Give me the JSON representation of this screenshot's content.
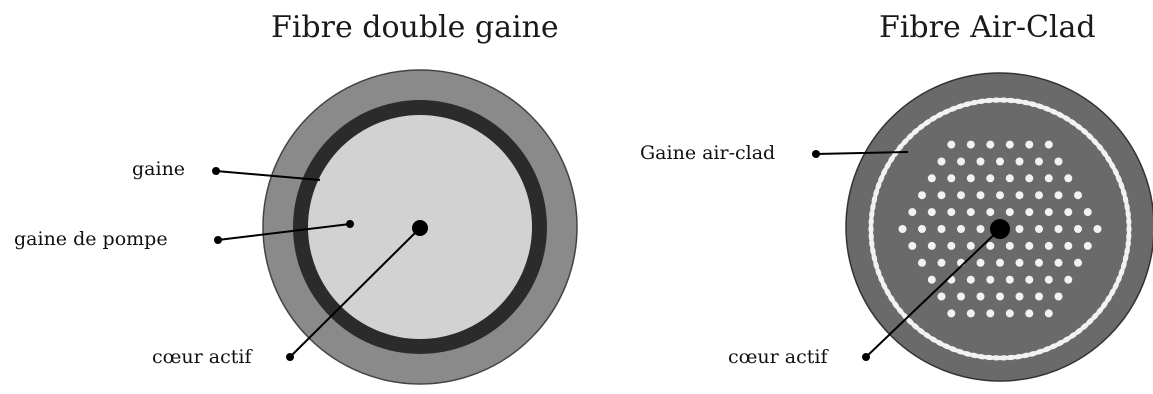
{
  "titles": {
    "left": "Fibre double gaine",
    "right": "Fibre Air-Clad"
  },
  "labels": {
    "left_gaine": "gaine",
    "left_gaine_pompe": "gaine de pompe",
    "left_coeur": "cœur actif",
    "right_gaine_air": "Gaine air-clad",
    "right_coeur": "cœur actif"
  },
  "colors": {
    "outer_gaine": "#8a8a8a",
    "dark_ring": "#2b2b2b",
    "pump_clad": "#d2d2d2",
    "core": "#000000",
    "airclad_body": "#6a6a6a",
    "air_holes": "#f2f2f2"
  }
}
